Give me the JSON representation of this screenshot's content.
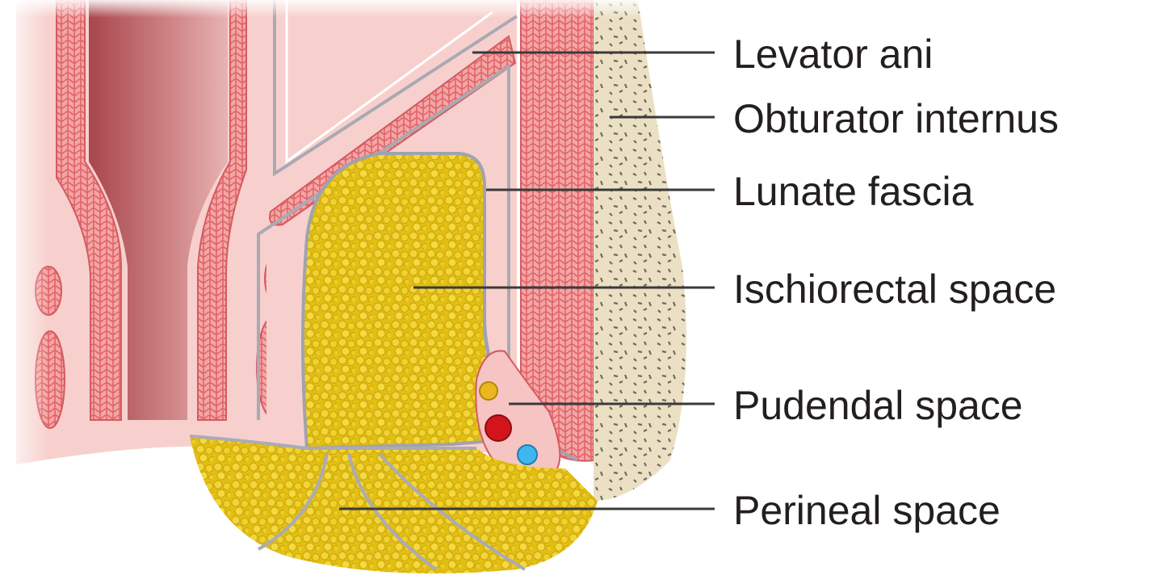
{
  "labels": {
    "levator_ani": "Levator ani",
    "obturator_internus": "Obturator internus",
    "lunate_fascia": "Lunate fascia",
    "ischiorectal_space": "Ischiorectal space",
    "pudendal_space": "Pudendal space",
    "perineal_space": "Perineal space"
  },
  "colors": {
    "muscle": "#e8606a",
    "muscle_light": "#f4b8b4",
    "fascia": "#f7d3cf",
    "fat": "#e5c21a",
    "bone": "#ece0c4",
    "lumen": "#c46a6c",
    "nerve": "#e9b81e",
    "artery": "#d3141c",
    "vein": "#3fb7ee"
  }
}
